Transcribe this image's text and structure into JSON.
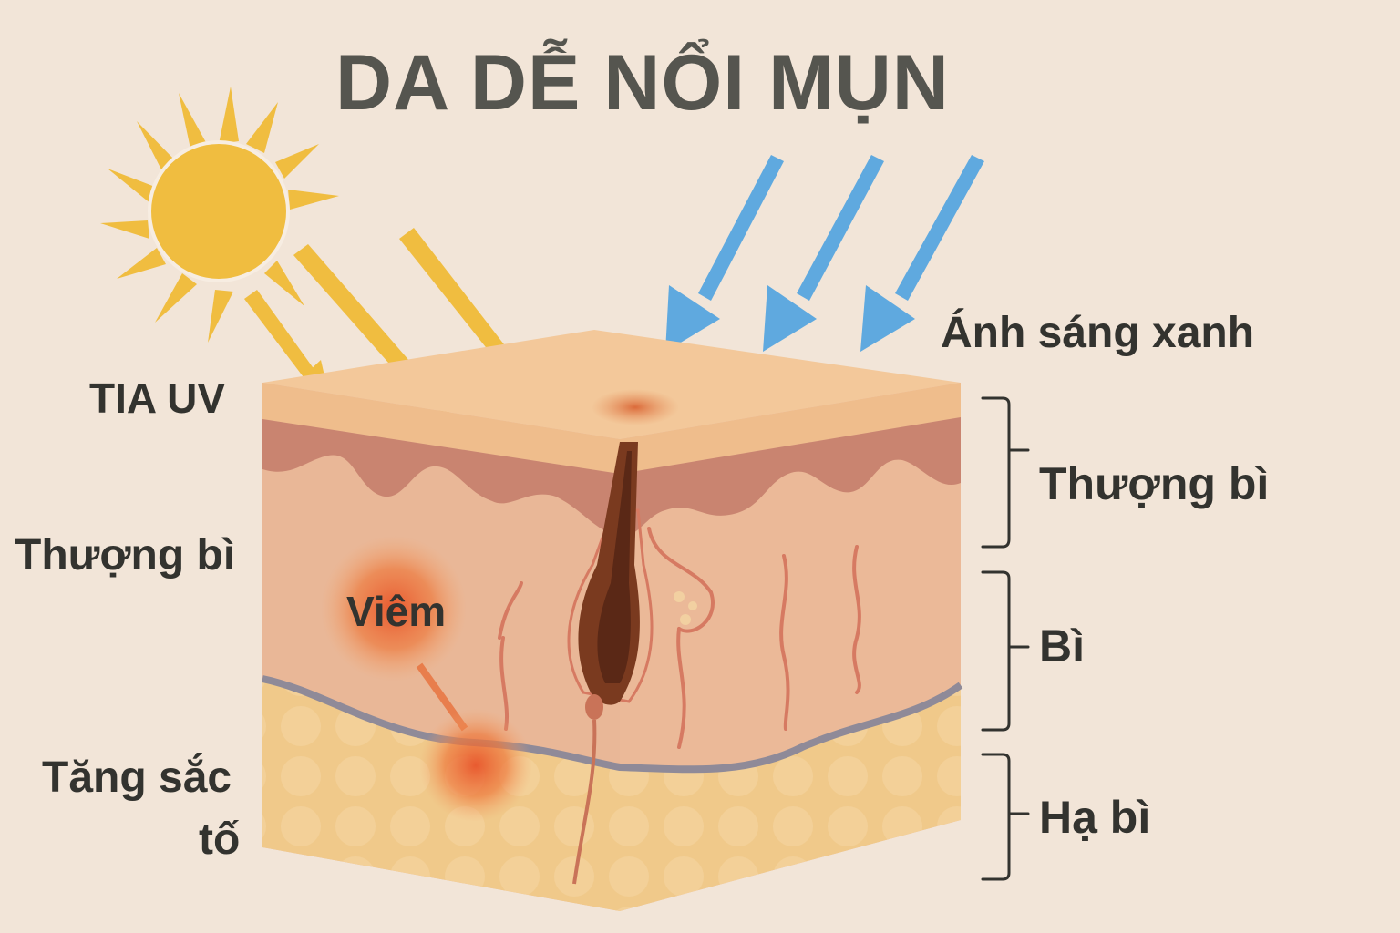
{
  "title": "DA DỄ NỔI MỤN",
  "labels": {
    "uv": "TIA UV",
    "blue_light": "Ánh sáng xanh",
    "left_epidermis": "Thượng bì",
    "inflammation": "Viêm",
    "hyperpigmentation_line1": "Tăng sắc",
    "hyperpigmentation_line2": "tố"
  },
  "layers": [
    {
      "label": "Thượng bì"
    },
    {
      "label": "Bì"
    },
    {
      "label": "Hạ bì"
    }
  ],
  "colors": {
    "background": "#f2e5d8",
    "sun": "#f0bd40",
    "uv_arrow": "#f0bd40",
    "blue_arrow": "#5fa9df",
    "text": "#33332f",
    "title": "#55554f",
    "epidermis": "#c98470",
    "dermis": "#e8b595",
    "hypodermis": "#f0c98a",
    "inflammation": "#e8542a"
  }
}
